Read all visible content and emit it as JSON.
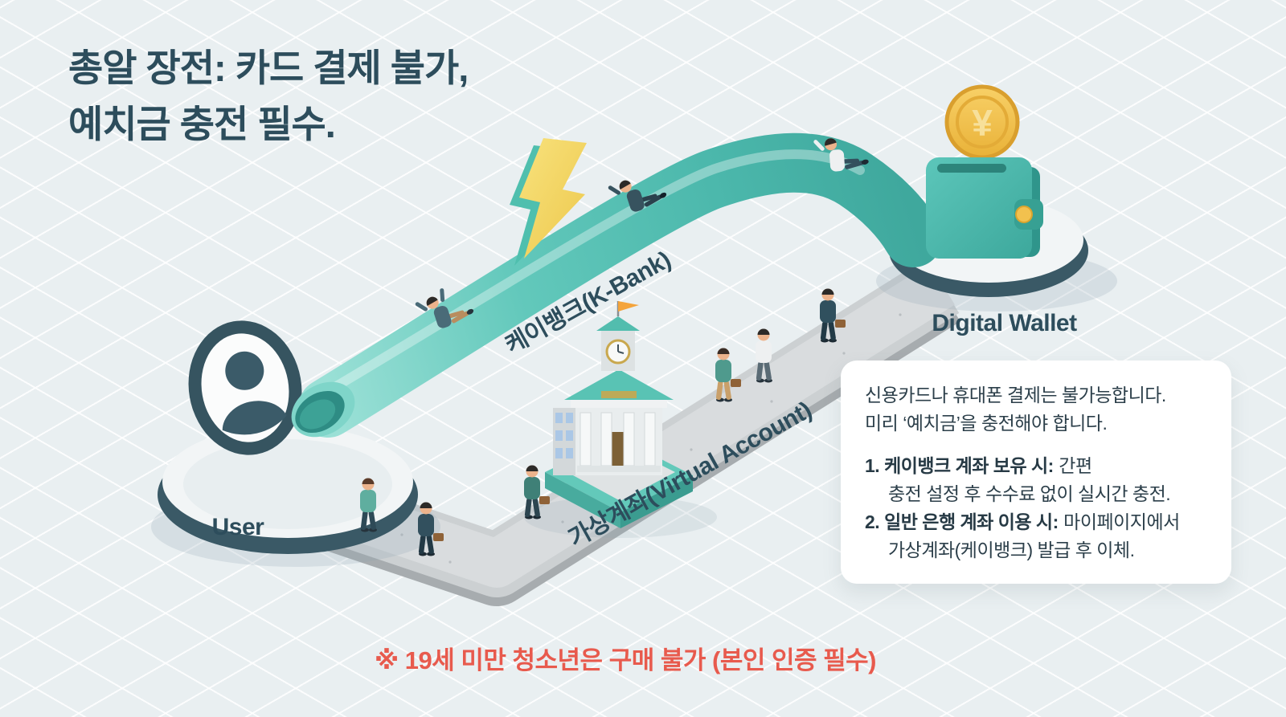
{
  "page": {
    "background_color": "#e9eff1",
    "title": {
      "line1": "총알 장전: 카드 결제 불가,",
      "line2": "예치금 충전 필수.",
      "color": "#2d4d5c"
    },
    "diagram": {
      "nodes": {
        "user": {
          "label": "User"
        },
        "digital_wallet": {
          "label": "Digital Wallet"
        }
      },
      "paths": {
        "kbank_tube": {
          "label": "케이뱅크(K-Bank)",
          "color": "#4fb9ad"
        },
        "virtual_account_walkway": {
          "label": "가상계좌(Virtual Account)",
          "color": "#c9cdd0"
        }
      },
      "icons": {
        "user_avatar": "user-avatar-icon",
        "lightning_bolt": "lightning-bolt-icon",
        "bank_building": "bank-building-icon",
        "wallet": "wallet-icon",
        "yen_coin": "yen-coin-icon",
        "yen_symbol": "¥"
      }
    },
    "info_card": {
      "intro_line1": "신용카드나 휴대폰 결제는 불가능합니다.",
      "intro_line2": "미리 ‘예치금’을 충전해야 합니다.",
      "items": [
        {
          "bold": "1. 케이뱅크 계좌 보유 시:",
          "rest": "간편",
          "cont": "충전 설정 후 수수료 없이 실시간 충전."
        },
        {
          "bold": "2. 일반 은행 계좌 이용 시:",
          "rest": "마이페이지에서",
          "cont": "가상계좌(케이뱅크) 발급 후 이체."
        }
      ]
    },
    "warning": {
      "text": "※ 19세 미만 청소년은 구매 불가 (본인 인증 필수)",
      "color": "#e85a4d"
    },
    "accents": {
      "dark_slate": "#2d4d5c",
      "teal": "#4fb9ad",
      "gold": "#f2c14e",
      "walkway_grey": "#ccd0d2",
      "platform_rim": "#3a5966"
    }
  }
}
